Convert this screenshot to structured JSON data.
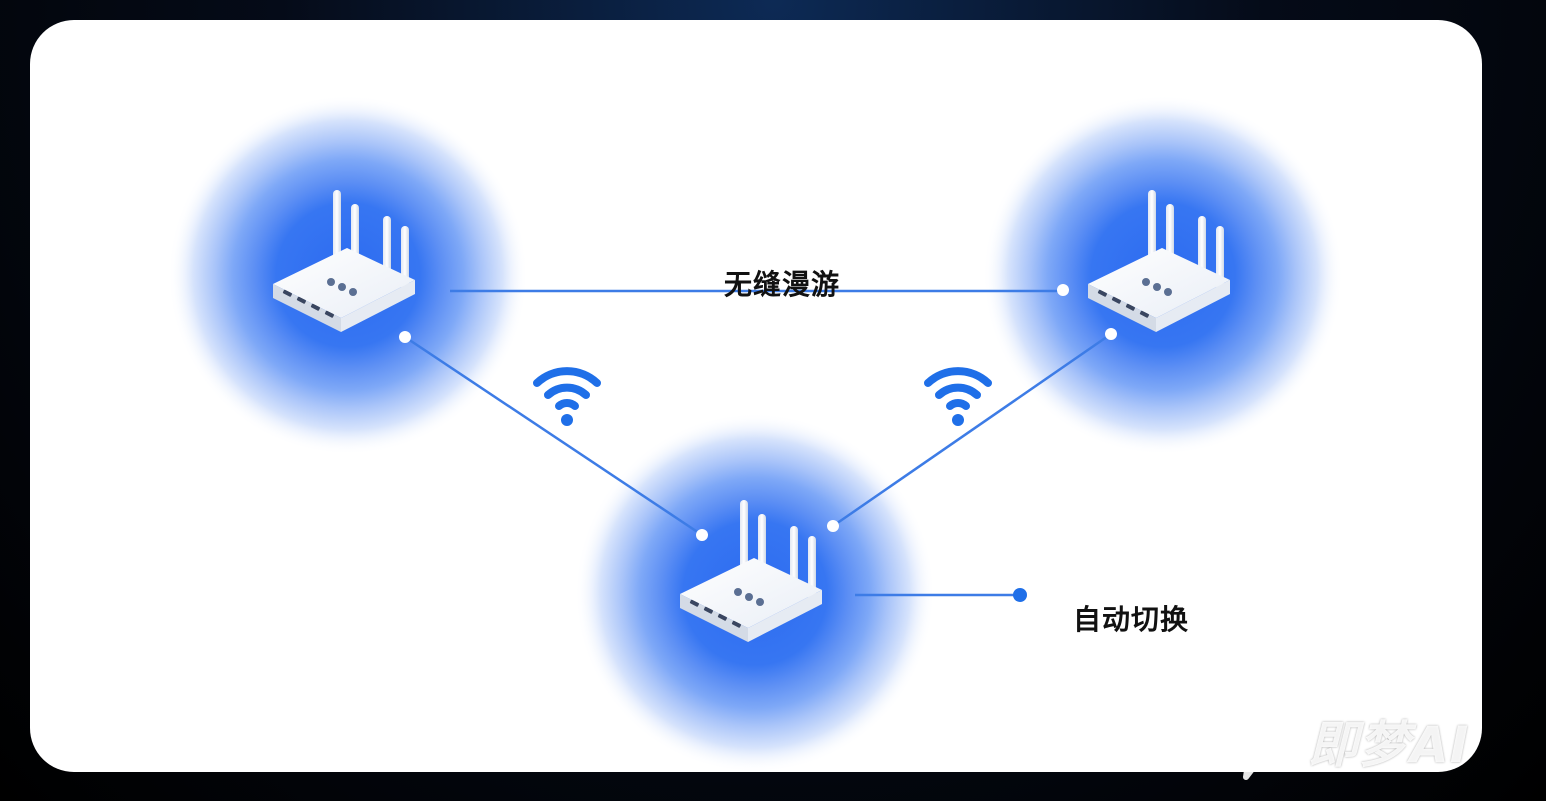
{
  "diagram": {
    "labels": {
      "roaming": "无缝漫游",
      "switch": "自动切换"
    },
    "nodes": [
      {
        "id": "router-left",
        "icon": "router-icon"
      },
      {
        "id": "router-right",
        "icon": "router-icon"
      },
      {
        "id": "router-bottom",
        "icon": "router-icon"
      }
    ],
    "links": [
      {
        "from": "router-left",
        "to": "router-right",
        "label": "roaming"
      },
      {
        "from": "router-left",
        "to": "router-bottom"
      },
      {
        "from": "router-right",
        "to": "router-bottom"
      }
    ],
    "icons": [
      "router-icon",
      "wifi-icon",
      "connector-dot"
    ],
    "colors": {
      "accent": "#1f6fe8",
      "ring_core": "#2f6ff0",
      "ring_mid": "#7aa6f6",
      "ring_outer": "#dde8fd",
      "line": "#3d7ce6",
      "text": "#111111"
    }
  },
  "watermark": {
    "text": "即梦AI",
    "icon": "logo-mark-icon"
  }
}
